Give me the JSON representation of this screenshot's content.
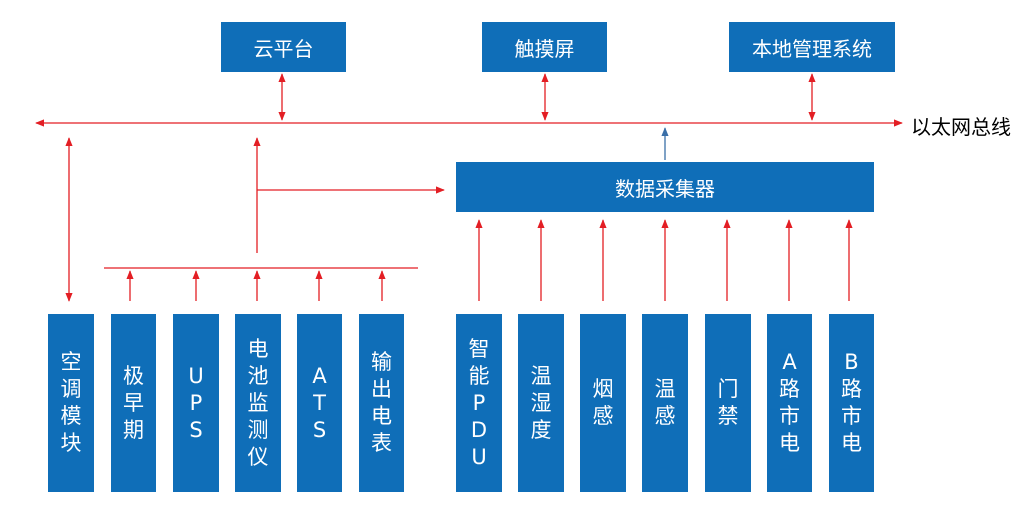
{
  "top_nodes": {
    "cloud": "云平台",
    "touchscreen": "触摸屏",
    "local_mgmt": "本地管理系统"
  },
  "bus_label": "以太网总线",
  "collector": "数据采集器",
  "devices": [
    "空调模块",
    "极早期",
    "UPS",
    "电池监测仪",
    "ATS",
    "输出电表",
    "智能PDU",
    "温湿度",
    "烟感",
    "温感",
    "门禁",
    "A路市电",
    "B路市电"
  ],
  "colors": {
    "box": "#0f6eb8",
    "arrow_red": "#e31e24",
    "arrow_blue": "#3a6fa8"
  }
}
